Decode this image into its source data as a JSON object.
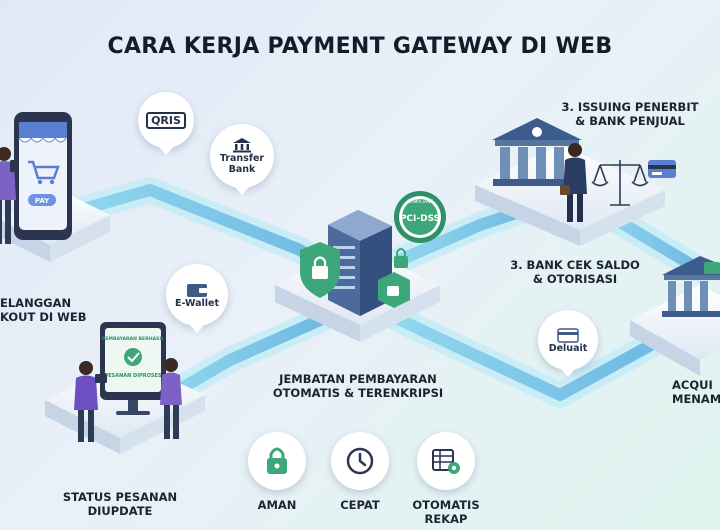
{
  "title": "CARA KERJA PAYMENT GATEWAY DI WEB",
  "nodes": {
    "customer_line1": "ELANGGAN",
    "customer_line2": "KOUT DI WEB",
    "gateway_line1": "JEMBATAN PEMBAYARAN",
    "gateway_line2": "OTOMATIS & TERENKRIPSI",
    "issuing_line1": "3. ISSUING PENERBIT",
    "issuing_line2": "& BANK PENJUAL",
    "bankcheck_line1": "3. BANK CEK SALDO",
    "bankcheck_line2": "& OTORISASI",
    "acquirer_line1": "ACQUI",
    "acquirer_line2": "MENAM",
    "status_line1": "STATUS PESANAN",
    "status_line2": "DIUPDATE"
  },
  "bubbles": {
    "qris": "QRIS",
    "transfer_line1": "Transfer",
    "transfer_line2": "Bank",
    "ewallet": "E-Wallet",
    "deluait": "Deluait"
  },
  "badge": {
    "main": "PCI-DSS",
    "ring": "COMPLIANT"
  },
  "screen": {
    "top": "PEMBAYARAN BERHASIL",
    "main": "PESANAN DIPROSES"
  },
  "phone_button": "PAY",
  "features": [
    {
      "label": "AMAN",
      "icon": "lock-icon"
    },
    {
      "label": "CEPAT",
      "icon": "clock-icon"
    },
    {
      "label_line1": "OTOMATIS",
      "label_line2": "REKAP",
      "icon": "spreadsheet-gear-icon"
    }
  ],
  "colors": {
    "path": "#7fc7e6",
    "path_glow": "#c9ecf7",
    "platform": "#f4f8fc",
    "navy": "#2b4a78",
    "green": "#3ea77a",
    "purple": "#6d4fc2"
  }
}
